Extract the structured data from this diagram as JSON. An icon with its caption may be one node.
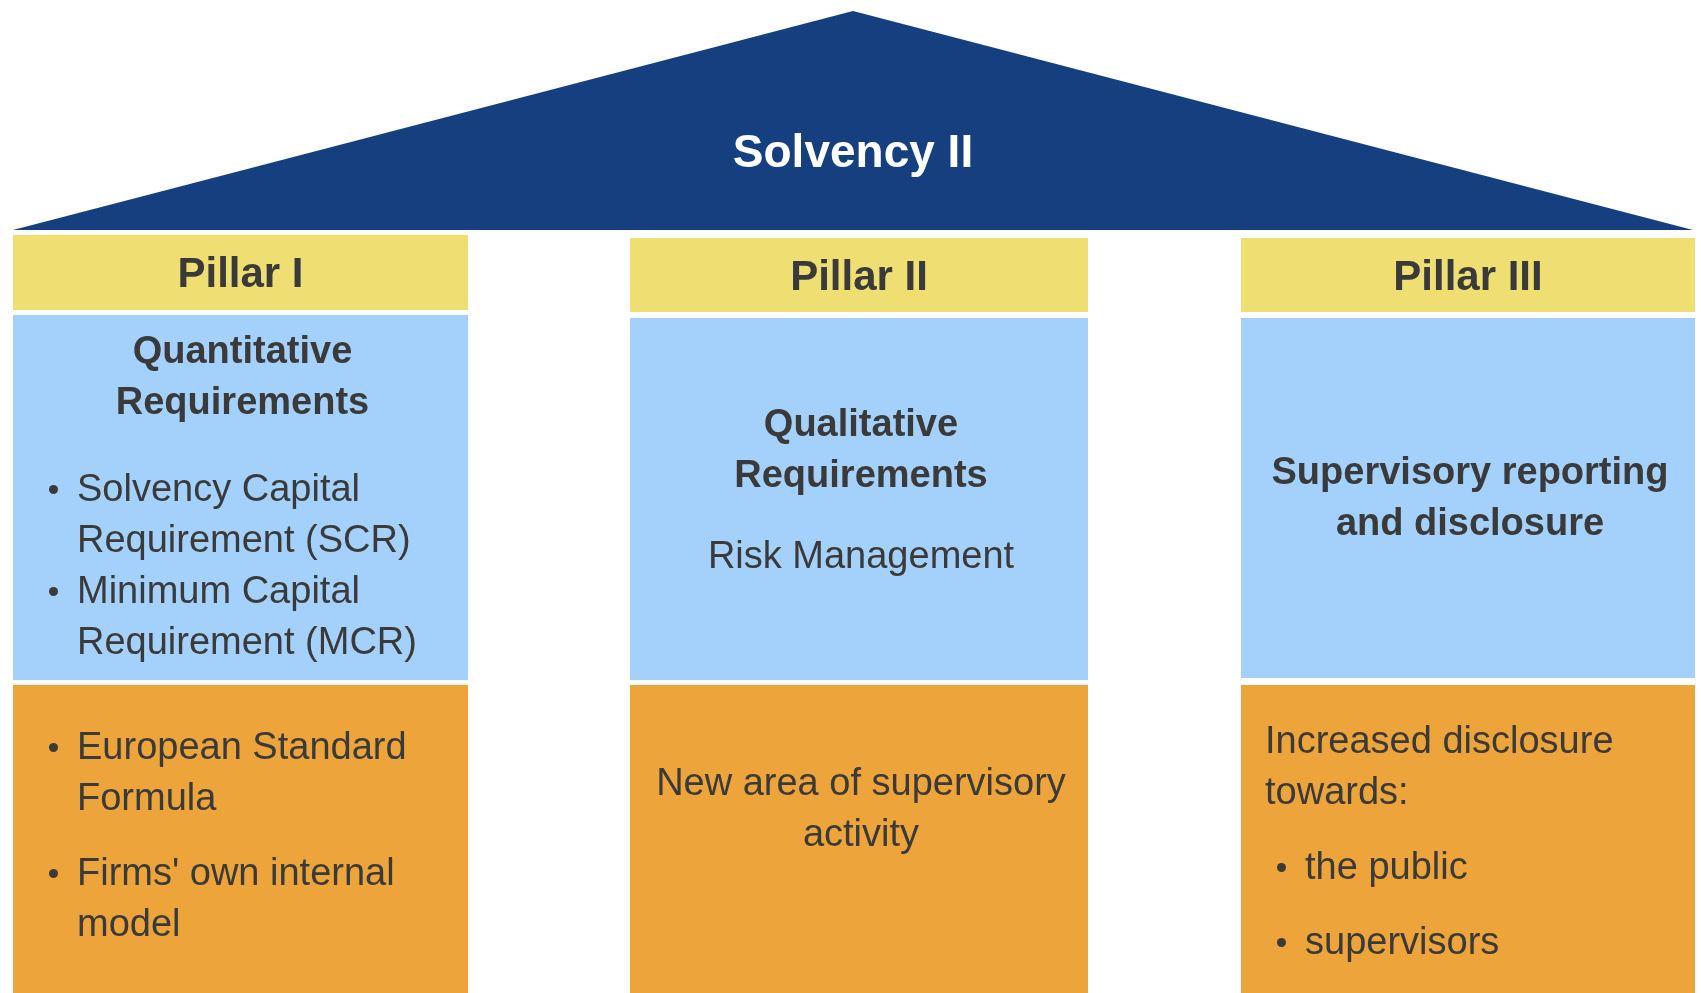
{
  "diagram": {
    "nodes": [
      {
        "text": [
          "Solvency II"
        ]
      },
      {
        "text": [
          "Pillar I"
        ]
      },
      {
        "text": [
          "Pillar II"
        ]
      },
      {
        "text": [
          "Pillar III"
        ]
      },
      {
        "text": [
          "Quantitative Requirements",
          "Solvency Capital Requirement (SCR)",
          "Minimum Capital Requirement (MCR)"
        ]
      },
      {
        "text": [
          "Qualitative Requirements",
          "Risk Management"
        ]
      },
      {
        "text": [
          "Supervisory reporting and disclosure"
        ]
      },
      {
        "text": [
          "European Standard Formula",
          "Firms' own internal model"
        ]
      },
      {
        "text": [
          "New area of supervisory activity"
        ]
      },
      {
        "text": [
          "Increased disclosure towards:",
          "the public",
          "supervisors"
        ]
      }
    ]
  }
}
